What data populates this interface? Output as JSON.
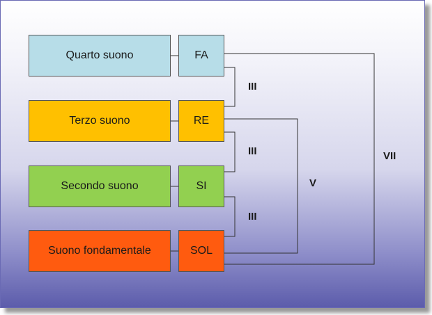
{
  "rows": [
    {
      "label": "Quarto suono",
      "note": "FA",
      "color": "#b7dde8"
    },
    {
      "label": "Terzo suono",
      "note": "RE",
      "color": "#ffc000"
    },
    {
      "label": "Secondo suono",
      "note": "SI",
      "color": "#92d050"
    },
    {
      "label": "Suono fondamentale",
      "note": "SOL",
      "color": "#ff5b0f"
    }
  ],
  "intervals": {
    "fa_re": "III",
    "re_si": "III",
    "si_sol": "III",
    "sol_re": "V",
    "sol_fa": "VII"
  }
}
